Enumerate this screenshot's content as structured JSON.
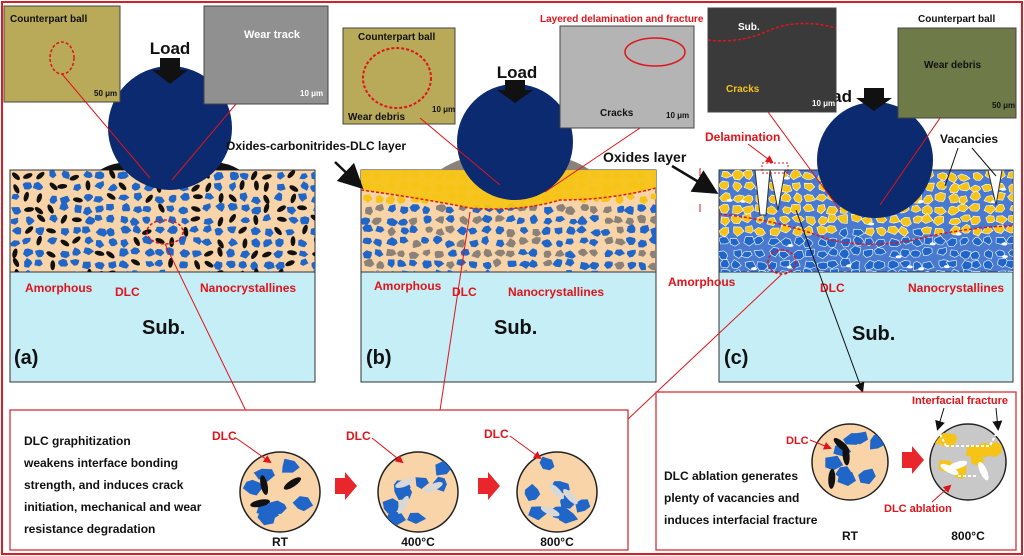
{
  "panels": {
    "a": {
      "tag": "(a)",
      "sub": "Sub.",
      "load": "Load",
      "amorphous": "Amorphous",
      "dlc": "DLC",
      "nano": "Nanocrystallines"
    },
    "b": {
      "tag": "(b)",
      "sub": "Sub.",
      "load": "Load",
      "amorphous": "Amorphous",
      "dlc": "DLC",
      "nano": "Nanocrystallines",
      "layer": "Oxides-carbonitrides-DLC layer"
    },
    "c": {
      "tag": "(c)",
      "sub": "Sub.",
      "load": "Load",
      "amorphous": "Amorphous",
      "dlc": "DLC",
      "nano": "Nanocrystallines",
      "layer": "Oxides layer",
      "delamination": "Delamination",
      "vacancies": "Vacancies"
    }
  },
  "micrographs": {
    "ball_a": {
      "title": "Counterpart ball",
      "scale": "50 μm"
    },
    "track_a": {
      "title": "Wear track",
      "scale": "10 μm"
    },
    "ball_b": {
      "title": "Counterpart ball",
      "caption": "Wear debris",
      "scale": "10 μm"
    },
    "sem_b": {
      "title": "Layered  delamination and fracture",
      "caption": "Cracks",
      "scale": "10 μm"
    },
    "sem_c": {
      "title": "Sub.",
      "caption": "Cracks",
      "scale": "10 μm"
    },
    "ball_c": {
      "title": "Counterpart ball",
      "caption": "Wear debris",
      "scale": "50 μm"
    }
  },
  "bottom_left": {
    "text": [
      "DLC graphitization",
      "weakens interface bonding",
      "strength, and induces crack",
      "initiation, mechanical and wear",
      " resistance degradation"
    ],
    "dlc": "DLC",
    "temps": [
      "RT",
      "400°C",
      "800°C"
    ]
  },
  "bottom_right": {
    "text": [
      "DLC ablation generates",
      "plenty of vacancies and",
      "induces interfacial fracture"
    ],
    "dlc": "DLC",
    "fracture": "Interfacial fracture",
    "ablation": "DLC ablation",
    "temps": [
      "RT",
      "800°C"
    ]
  },
  "colors": {
    "border": "#d32027",
    "substrate": "#c6eef6",
    "matrix": "#f8d4a8",
    "grain_blue": "#1f66c8",
    "ball": "#0c2a70",
    "oxide_yellow": "#f6c417",
    "grey_phase": "#8a8178",
    "label_red": "#e0141a"
  }
}
